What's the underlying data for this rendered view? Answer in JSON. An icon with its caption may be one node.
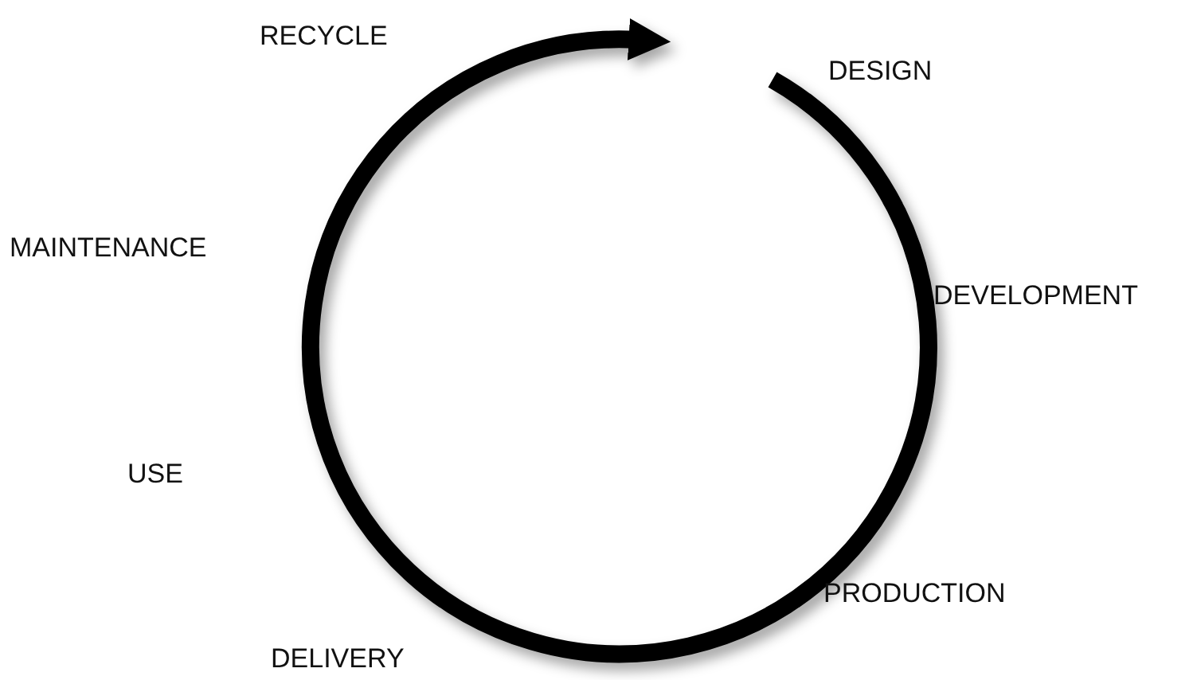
{
  "diagram": {
    "labels": [
      "RECYCLE",
      "DESIGN",
      "MAINTENANCE",
      "DEVELOPMENT",
      "USE",
      "PRODUCTION",
      "DELIVERY"
    ]
  }
}
